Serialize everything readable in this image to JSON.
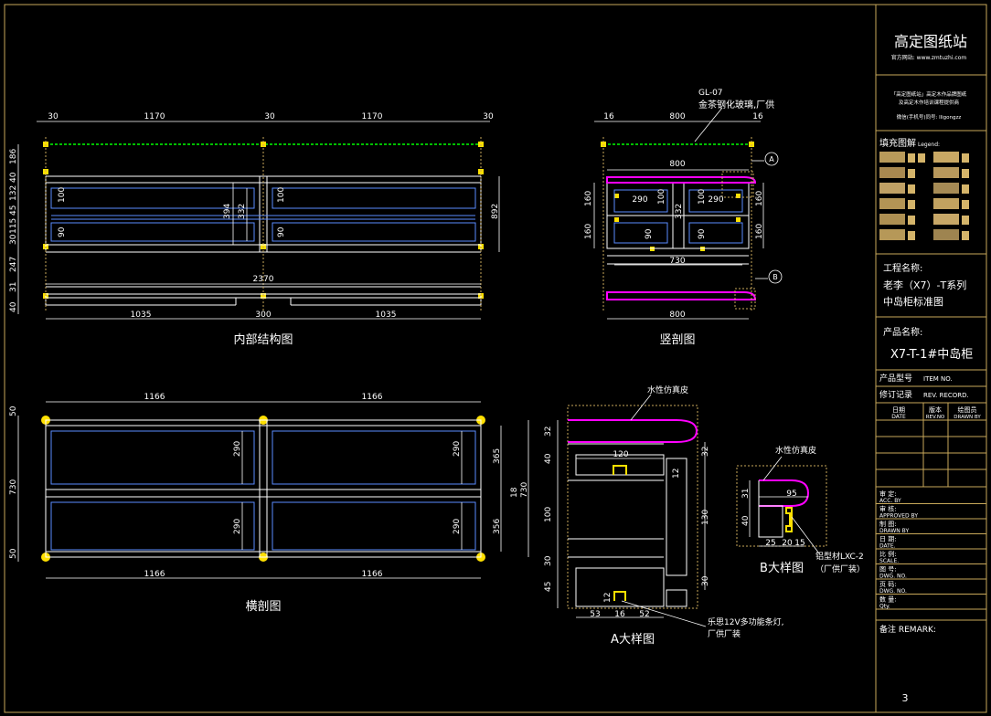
{
  "title_block": {
    "brand": "高定图纸站",
    "website": "官方网站: www.zmtuzhi.com",
    "note_line1": "「高定图纸站」高定木作品牌图纸",
    "note_line2": "及高定木作培训课程提供商",
    "contact": "微信(手机号)同号: lligongzz",
    "legend_label": "填充图解",
    "legend_en": "Legend:",
    "project_label": "工程名称:",
    "project_line1": "老李（X7）-T系列",
    "project_line2": "中岛柜标准图",
    "product_label": "产品名称:",
    "product_name": "X7-T-1#中岛柜",
    "model_label": "产品型号",
    "model_en": "ITEM NO.",
    "revision_label": "修订记录",
    "revision_en": "REV. RECORD.",
    "date_cn": "日期",
    "date_en": "DATE",
    "version_cn": "版本",
    "version_en": "REV.NO",
    "drawn_cn": "绘图员",
    "drawn_en": "DRAWN BY",
    "sign_rows": [
      {
        "cn": "审 定:",
        "en": "ACC. BY"
      },
      {
        "cn": "审 核:",
        "en": "APPROVED BY"
      },
      {
        "cn": "制 图:",
        "en": "DRAWN BY"
      },
      {
        "cn": "日 期:",
        "en": "DATE."
      },
      {
        "cn": "比 例:",
        "en": "SCALE."
      },
      {
        "cn": "图 号:",
        "en": "DWG. NO."
      },
      {
        "cn": "页 码:",
        "en": "DWG. NO."
      },
      {
        "cn": "数 量:",
        "en": "Qty."
      }
    ],
    "remark_label": "备注 REMARK:",
    "page_number": "3"
  },
  "captions": {
    "internal": "内部结构图",
    "vertical": "竖剖图",
    "horizontal": "横剖图",
    "detail_a": "A大样图",
    "detail_b": "B大样图"
  },
  "annotations": {
    "glass_code": "GL-07",
    "glass_desc": "金茶钢化玻璃,厂供",
    "leather_a": "水性仿真皮",
    "leather_b": "水性仿真皮",
    "aluminum": "铝型材LXC-2",
    "aluminum_note": "（厂供厂装）",
    "light_line1": "乐思12V多功能条灯,",
    "light_line2": "厂供厂装",
    "marker_a": "A",
    "marker_b": "B"
  },
  "dimensions": {
    "internal_top": [
      "30",
      "1170",
      "30",
      "1170",
      "30"
    ],
    "internal_left": [
      "186",
      "40",
      "132",
      "45",
      "115",
      "30",
      "247",
      "31",
      "40"
    ],
    "internal_inner": [
      "100",
      "394",
      "332",
      "100",
      "90",
      "90"
    ],
    "internal_right": "892",
    "internal_total": "2370",
    "internal_bottom": [
      "1035",
      "300",
      "1035"
    ],
    "vertical_top": [
      "16",
      "800",
      "16"
    ],
    "vertical_inner": [
      "800",
      "290",
      "290",
      "100",
      "332",
      "100",
      "90",
      "90",
      "730"
    ],
    "vertical_left": [
      "160",
      "160"
    ],
    "vertical_right": [
      "160",
      "160"
    ],
    "vertical_bottom": "800",
    "horizontal_top": [
      "1166",
      "1166"
    ],
    "horizontal_left": [
      "50",
      "730",
      "50"
    ],
    "horizontal_inner": [
      "290",
      "290",
      "290",
      "290"
    ],
    "horizontal_right": [
      "365",
      "18",
      "356",
      "730"
    ],
    "horizontal_bottom": [
      "1166",
      "1166"
    ],
    "detail_a_left": [
      "32",
      "40",
      "100",
      "30",
      "45"
    ],
    "detail_a_inner": [
      "120",
      "12",
      "12"
    ],
    "detail_a_right": [
      "32",
      "130",
      "30"
    ],
    "detail_a_bottom": [
      "53",
      "16",
      "52"
    ],
    "detail_b": [
      "95",
      "31",
      "40",
      "25",
      "20",
      "15"
    ]
  },
  "colors": {
    "frame": "#c8a85a",
    "line": "#ffffff",
    "blue": "#5a8cff",
    "cyan": "#3fd0d0",
    "yellow": "#ffe000",
    "magenta": "#ff00ff",
    "green": "#00ff00"
  }
}
